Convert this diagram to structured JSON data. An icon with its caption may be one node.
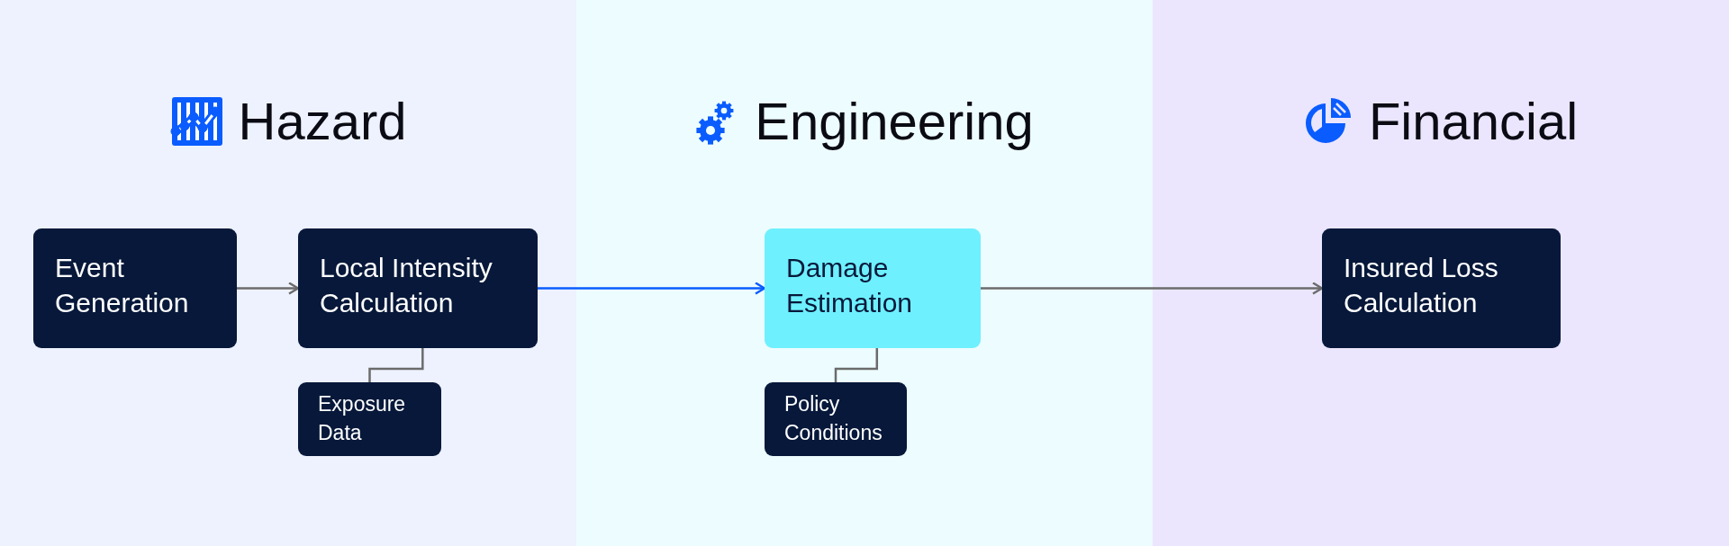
{
  "diagram": {
    "nodes": [
      {
        "text": [
          "Hazard"
        ]
      },
      {
        "text": [
          "Event Generation"
        ],
        "in": 0
      },
      {
        "text": [
          "Local Intensity Calculation"
        ],
        "in": 0
      },
      {
        "text": [
          "Exposure Data"
        ],
        "in": 0
      },
      {
        "text": [
          "Engineering"
        ]
      },
      {
        "text": [
          "Damage Estimation"
        ],
        "in": 4
      },
      {
        "text": [
          "Policy Conditions"
        ],
        "in": 4
      },
      {
        "text": [
          "Financial"
        ]
      },
      {
        "text": [
          "Insured Loss Calculation"
        ],
        "in": 7
      }
    ],
    "edges": [
      {
        "from": 1,
        "to": 2,
        "arrow": "to"
      },
      {
        "from": 2,
        "to": 5,
        "arrow": "to",
        "color": "#0a5cff"
      },
      {
        "from": 5,
        "to": 8,
        "arrow": "to"
      },
      {
        "from": 2,
        "to": 3,
        "arrow": "none"
      },
      {
        "from": 5,
        "to": 6,
        "arrow": "none"
      }
    ]
  }
}
